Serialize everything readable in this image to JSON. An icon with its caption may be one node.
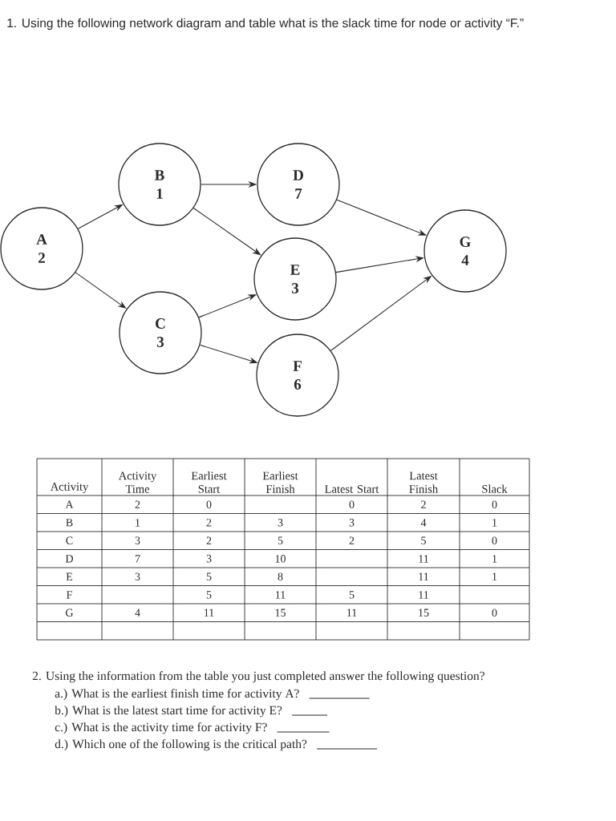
{
  "diagram": {
    "title": "1. Using the following network diagram and table what is the slack time for node or activity “F.”",
    "nodes": [
      {
        "text": [
          "A",
          "2"
        ]
      },
      {
        "text": [
          "B",
          "1"
        ]
      },
      {
        "text": [
          "C",
          "3"
        ]
      },
      {
        "text": [
          "D",
          "7"
        ]
      },
      {
        "text": [
          "E",
          "3"
        ]
      },
      {
        "text": [
          "F",
          "6"
        ]
      },
      {
        "text": [
          "G",
          "4"
        ]
      }
    ],
    "edges": [
      {
        "from": 0,
        "to": 1,
        "arrow": "to"
      },
      {
        "from": 0,
        "to": 2,
        "arrow": "to"
      },
      {
        "from": 1,
        "to": 3,
        "arrow": "to"
      },
      {
        "from": 1,
        "to": 4,
        "arrow": "to"
      },
      {
        "from": 2,
        "to": 4,
        "arrow": "to"
      },
      {
        "from": 2,
        "to": 5,
        "arrow": "to"
      },
      {
        "from": 3,
        "to": 6,
        "arrow": "to"
      },
      {
        "from": 4,
        "to": 6,
        "arrow": "to"
      },
      {
        "from": 5,
        "to": 6,
        "arrow": "to"
      }
    ],
    "labels": [
      "Activity",
      "Activity Time",
      "Earliest Start",
      "Earliest Finish",
      "Latest Start",
      "Latest Finish",
      "Slack",
      "A",
      "2",
      "0",
      "0",
      "2",
      "0",
      "B",
      "1",
      "2",
      "3",
      "3",
      "4",
      "1",
      "C",
      "3",
      "2",
      "5",
      "2",
      "5",
      "0",
      "D",
      "7",
      "3",
      "10",
      "11",
      "1",
      "E",
      "3",
      "5",
      "8",
      "11",
      "1",
      "F",
      "5",
      "11",
      "5",
      "11",
      "G",
      "4",
      "11",
      "15",
      "11",
      "15",
      "0",
      "2. Using the information from the table you just completed answer the following question?",
      "a.) What is the earliest finish time for activity A?",
      "b.) What is the latest start time for activity E?",
      "c.) What is the activity time for activity F?",
      "d.) Which one of the following is the critical path?"
    ]
  }
}
